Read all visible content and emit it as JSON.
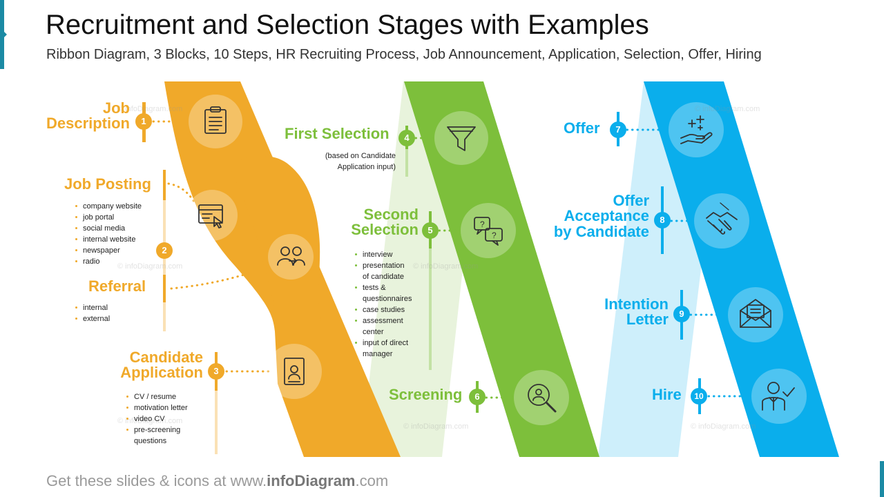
{
  "header": {
    "title": "Recruitment and Selection Stages with Examples",
    "subtitle": "Ribbon Diagram, 3 Blocks, 10 Steps, HR Recruiting Process, Job Announcement, Application, Selection, Offer, Hiring"
  },
  "footer": {
    "prefix": "Get these slides & icons at www.",
    "brand": "infoDiagram",
    "suffix": ".com"
  },
  "watermark": "© infoDiagram.com",
  "colors": {
    "orange": "#f0a92a",
    "green": "#7dbf3b",
    "blue": "#0aaeec",
    "accent": "#1b8aa4"
  },
  "steps": [
    {
      "number": "1",
      "line1": "Job",
      "line2": "Description",
      "icon": "clipboard-document-icon"
    },
    {
      "number": "2",
      "line1": "Job Posting",
      "line2": "Referral",
      "icon": "web-form-click-icon",
      "icon2": "referral-people-icon",
      "bullets_a": [
        "company website",
        "job portal",
        "social media",
        "internal website",
        "newspaper",
        "radio"
      ],
      "bullets_b": [
        "internal",
        "external"
      ]
    },
    {
      "number": "3",
      "line1": "Candidate",
      "line2": "Application",
      "icon": "cv-document-icon",
      "bullets": [
        "CV / resume",
        "motivation letter",
        "video CV",
        "pre-screening",
        "questions"
      ]
    },
    {
      "number": "4",
      "line1": "First Selection",
      "icon": "funnel-icon",
      "note1": "(based on Candidate",
      "note2": "Application input)"
    },
    {
      "number": "5",
      "line1": "Second",
      "line2": "Selection",
      "icon": "question-bubbles-icon",
      "bullets": [
        "interview",
        "presentation",
        "of candidate",
        "tests &",
        "questionnaires",
        "case studies",
        "assessment",
        "center",
        "input of direct",
        "manager"
      ]
    },
    {
      "number": "6",
      "line1": "Screening",
      "icon": "magnifier-person-icon"
    },
    {
      "number": "7",
      "line1": "Offer",
      "icon": "hand-sparkle-icon"
    },
    {
      "number": "8",
      "line1": "Offer",
      "line2": "Acceptance",
      "line3": "by Candidate",
      "icon": "handshake-icon"
    },
    {
      "number": "9",
      "line1": "Intention",
      "line2": "Letter",
      "icon": "envelope-letter-icon"
    },
    {
      "number": "10",
      "line1": "Hire",
      "icon": "person-check-icon"
    }
  ]
}
